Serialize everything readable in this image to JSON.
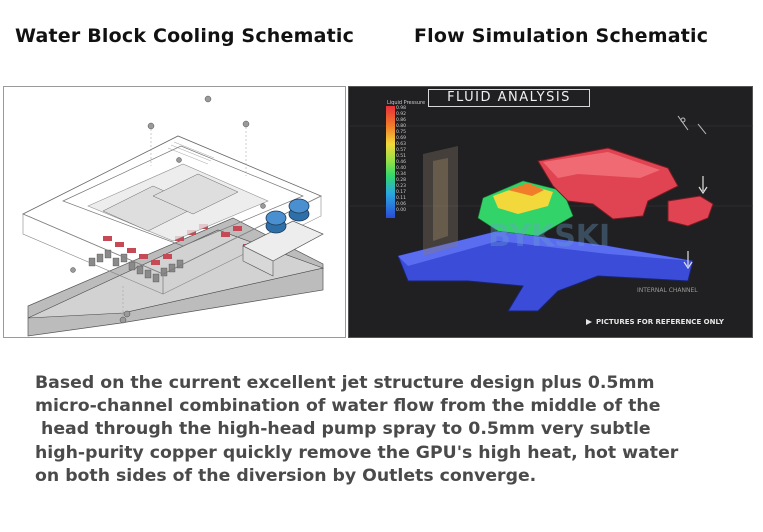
{
  "titles": {
    "left": "Water Block Cooling Schematic",
    "right": "Flow Simulation Schematic"
  },
  "simulation": {
    "header": "FLUID ANALYSIS",
    "legend_title": "Liquid Pressure",
    "legend_ticks": [
      "0.98",
      "0.92",
      "0.86",
      "0.80",
      "0.75",
      "0.69",
      "0.63",
      "0.57",
      "0.51",
      "0.46",
      "0.40",
      "0.34",
      "0.28",
      "0.23",
      "0.17",
      "0.11",
      "0.06",
      "0.00"
    ],
    "watermark": "BYKSKI",
    "internal_label": "INTERNAL CHANNEL",
    "reference_note": "PICTURES FOR REFERENCE ONLY"
  },
  "description_lines": [
    "Based on the current excellent jet structure design plus 0.5mm",
    "micro-channel combination of water flow from the middle of the",
    " head through the high-head pump spray to 0.5mm very subtle",
    "high-purity copper quickly remove the GPU's high heat, hot water",
    "on both sides of the diversion by Outlets converge."
  ],
  "colors": {
    "panel_dark": "#202022",
    "high_pressure": "#e8303a",
    "low_pressure": "#3a4cd8",
    "description_text": "#4a4a4a"
  }
}
